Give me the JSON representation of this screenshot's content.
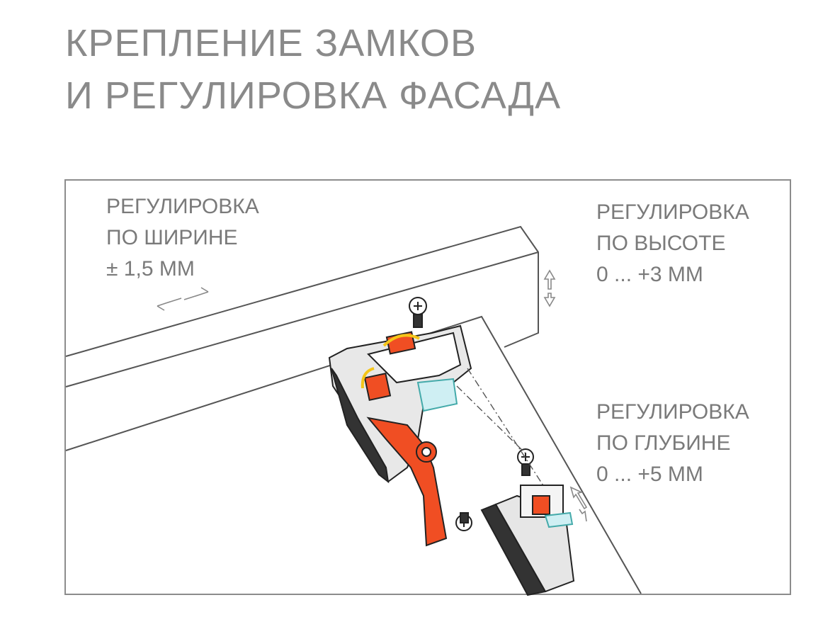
{
  "title": {
    "line1": "КРЕПЛЕНИЕ ЗАМКОВ",
    "line2": "И РЕГУЛИРОВКА ФАСАДА"
  },
  "labels": {
    "width": {
      "line1": "РЕГУЛИРОВКА",
      "line2": "ПО ШИРИНЕ",
      "line3": "± 1,5 ММ"
    },
    "height": {
      "line1": "РЕГУЛИРОВКА",
      "line2": "ПО ВЫСОТЕ",
      "line3": "0 ... +3 ММ"
    },
    "depth": {
      "line1": "РЕГУЛИРОВКА",
      "line2": "ПО ГЛУБИНЕ",
      "line3": "0 ... +5 ММ"
    }
  },
  "colors": {
    "accent": "#f04e23",
    "arrow": "#f5c518",
    "line": "#8c8c8c",
    "text": "#7a7a7a"
  }
}
